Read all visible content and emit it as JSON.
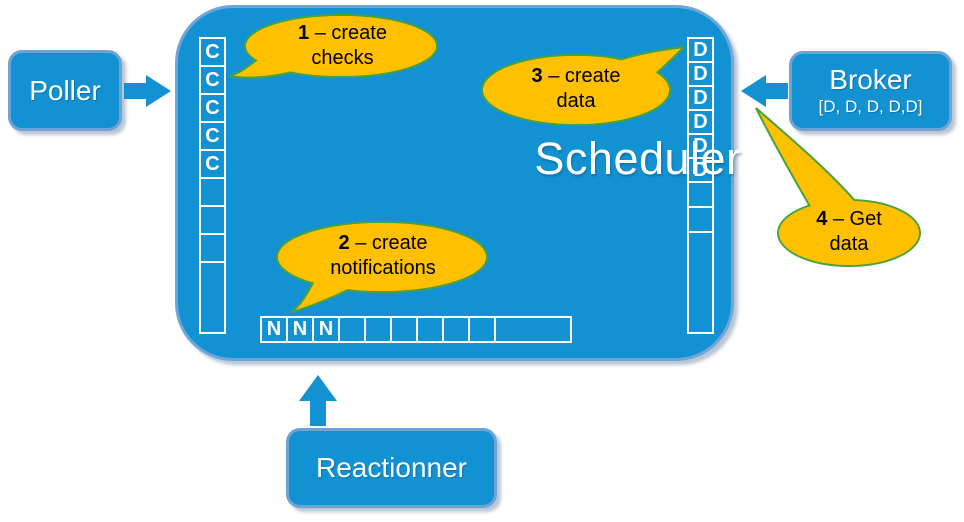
{
  "scheduler": {
    "title": "Scheduler"
  },
  "boxes": {
    "poller": {
      "label": "Poller"
    },
    "broker": {
      "label": "Broker",
      "sublabel": "[D, D, D, D,D]"
    },
    "reactionner": {
      "label": "Reactionner"
    }
  },
  "queues": {
    "checks": {
      "letters": [
        "C",
        "C",
        "C",
        "C",
        "C",
        "",
        "",
        ""
      ]
    },
    "data": {
      "letters": [
        "D",
        "D",
        "D",
        "D",
        "D",
        "D",
        "",
        ""
      ]
    },
    "notifications": {
      "letters": [
        "N",
        "N",
        "N",
        "",
        "",
        "",
        "",
        "",
        ""
      ]
    }
  },
  "callouts": [
    {
      "num": "1",
      "rest": " – create",
      "line2": "checks"
    },
    {
      "num": "2",
      "rest": " – create",
      "line2": "notifications"
    },
    {
      "num": "3",
      "rest": " – create",
      "line2": "data"
    },
    {
      "num": "4",
      "rest": " – Get",
      "line2": "data"
    }
  ],
  "colors": {
    "component_blue": "#1292D2",
    "component_border": "#6FA3D6",
    "callout_fill": "#FFC000",
    "callout_border": "#4AA23D",
    "cell_border": "#FFFFFF",
    "text_on_blue": "#FFFFFF",
    "text_on_callout": "#000000"
  }
}
